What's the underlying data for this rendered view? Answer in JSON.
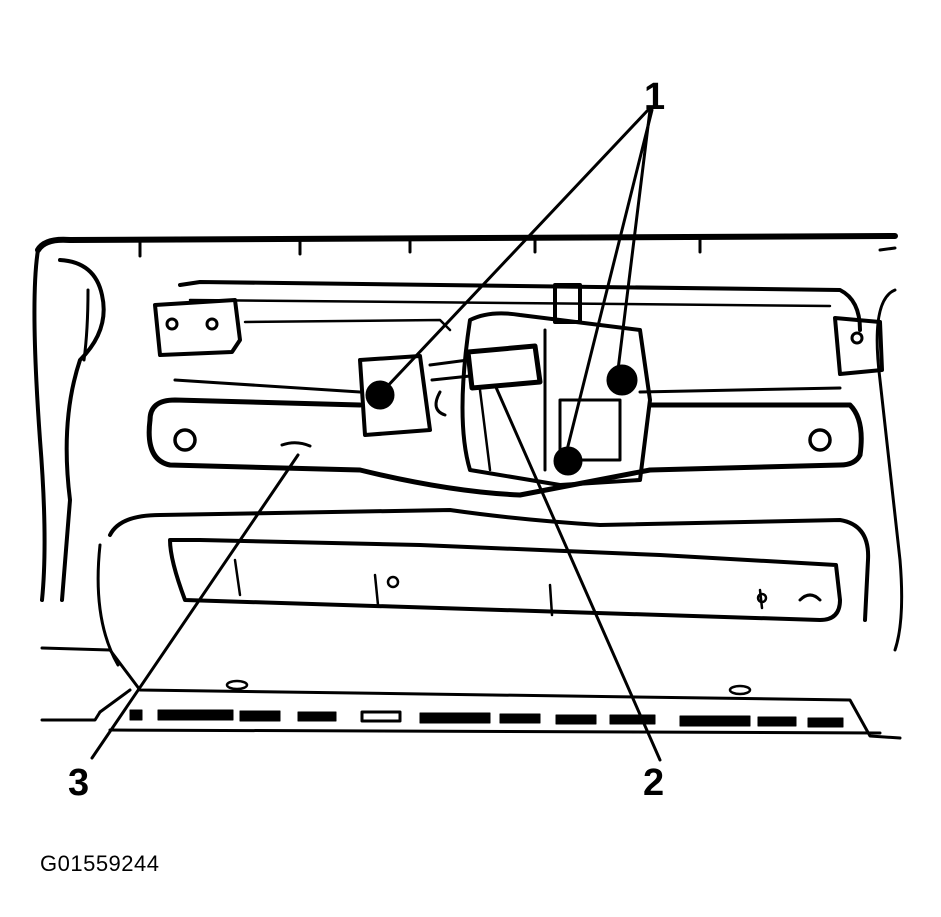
{
  "callouts": [
    {
      "id": "1",
      "label": "1"
    },
    {
      "id": "2",
      "label": "2"
    },
    {
      "id": "3",
      "label": "3"
    }
  ],
  "figure_id": "G01559244",
  "colors": {
    "ink": "#000000",
    "paper": "#ffffff"
  }
}
